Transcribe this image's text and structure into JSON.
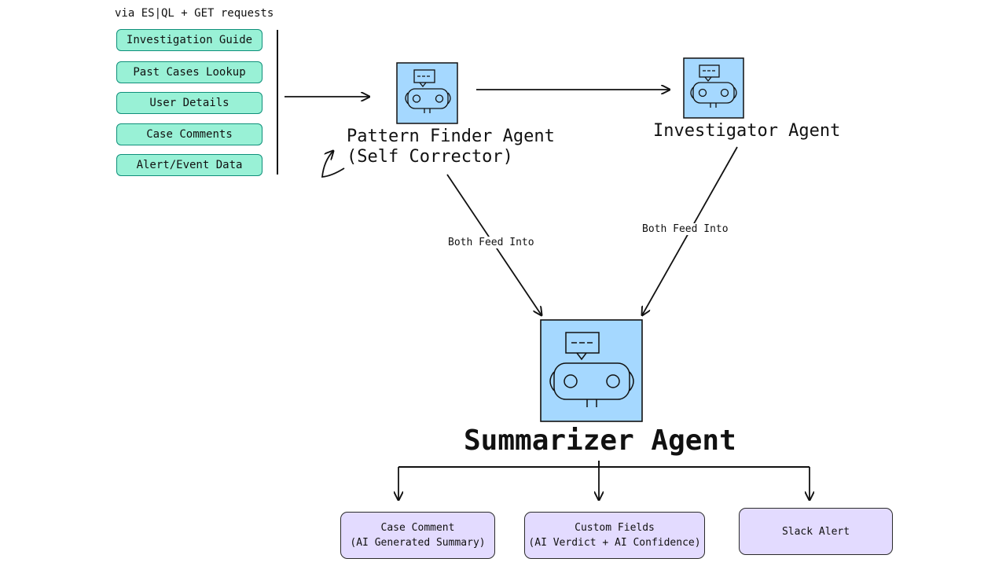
{
  "source_caption": "via ES|QL + GET requests",
  "data_sources": [
    {
      "label": "Investigation Guide"
    },
    {
      "label": "Past Cases Lookup"
    },
    {
      "label": "User Details"
    },
    {
      "label": "Case Comments"
    },
    {
      "label": "Alert/Event Data"
    }
  ],
  "agents": {
    "pattern_finder": {
      "line1": "Pattern Finder Agent",
      "line2": "(Self Corrector)"
    },
    "investigator": {
      "line1": "Investigator Agent"
    },
    "summarizer": {
      "title": "Summarizer Agent"
    }
  },
  "edge_labels": {
    "left": "Both Feed Into",
    "right": "Both Feed Into"
  },
  "outputs": [
    {
      "line1": "Case Comment",
      "line2": "(AI Generated Summary)"
    },
    {
      "line1": "Custom Fields",
      "line2": "(AI Verdict + AI Confidence)"
    },
    {
      "line1": "Slack Alert"
    }
  ],
  "colors": {
    "source_fill": "#99f1d6",
    "source_stroke": "#0f8f7a",
    "agent_fill": "#a5d8ff",
    "output_fill": "#e3dbff"
  }
}
